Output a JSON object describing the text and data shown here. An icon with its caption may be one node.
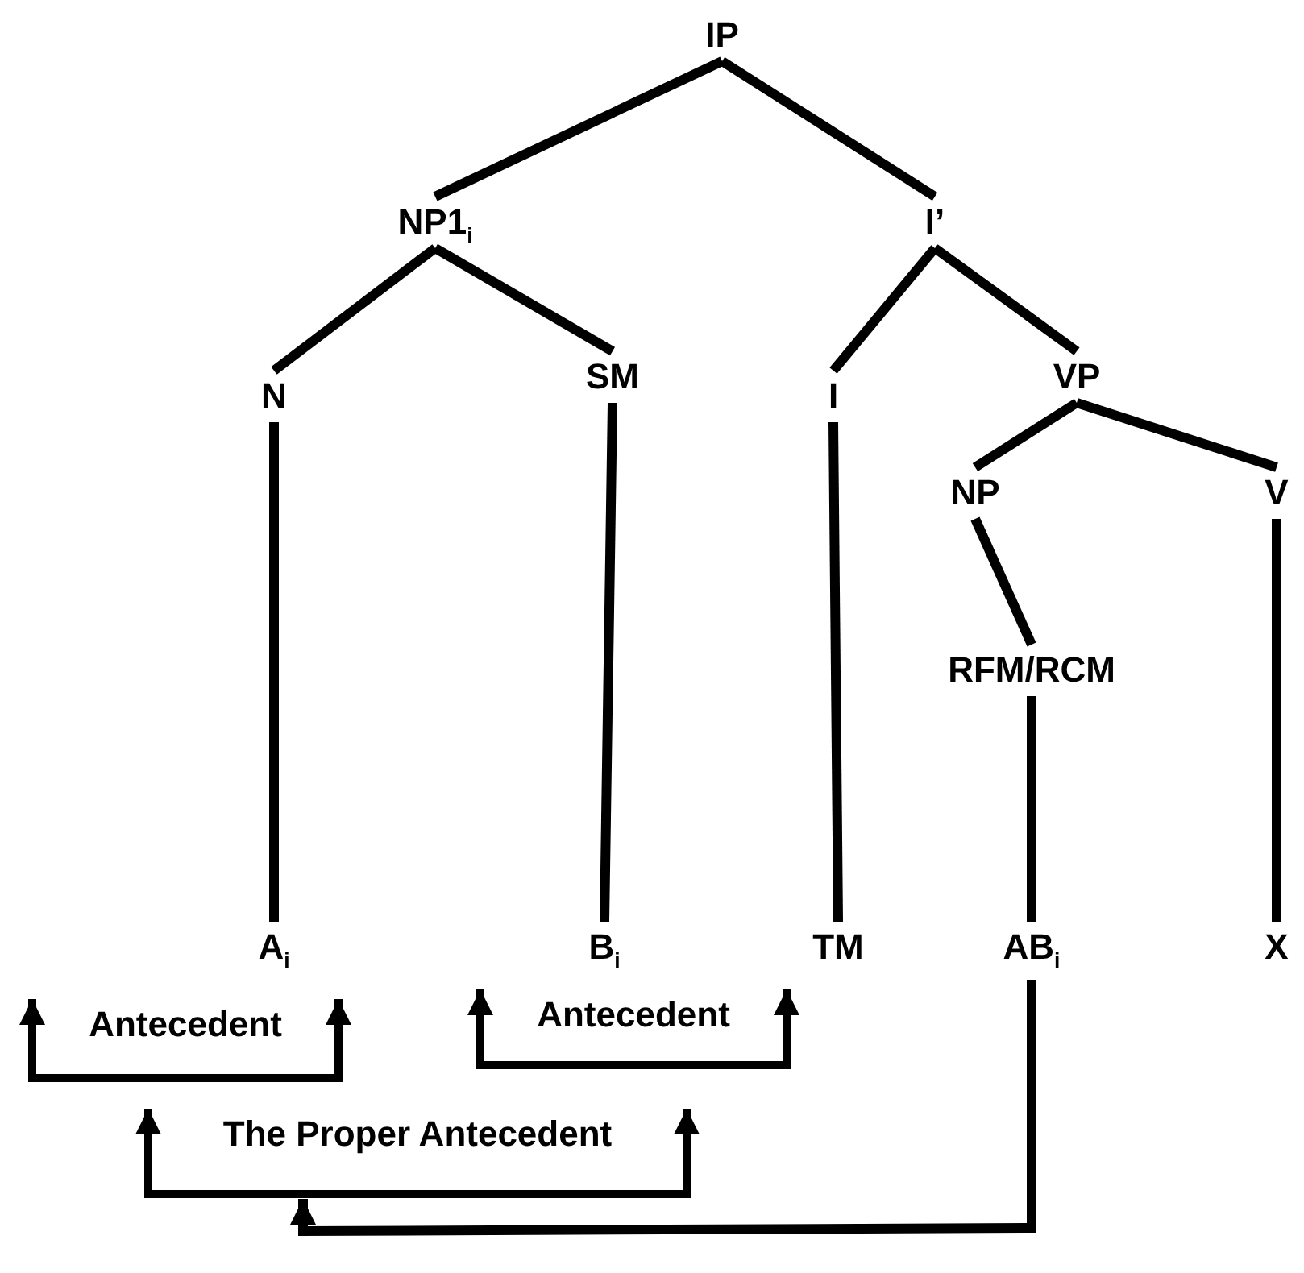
{
  "diagram": {
    "nodes": [
      {
        "text": [
          "IP"
        ]
      },
      {
        "text": [
          "NP1$_{i}$"
        ]
      },
      {
        "text": [
          "I’"
        ]
      },
      {
        "text": [
          "N"
        ]
      },
      {
        "text": [
          "SM"
        ]
      },
      {
        "text": [
          "I"
        ]
      },
      {
        "text": [
          "VP"
        ]
      },
      {
        "text": [
          "NP"
        ]
      },
      {
        "text": [
          "V"
        ]
      },
      {
        "text": [
          "RFM/RCM"
        ]
      },
      {
        "text": [
          "A$_{i}$"
        ]
      },
      {
        "text": [
          "B$_{i}$"
        ]
      },
      {
        "text": [
          "TM"
        ]
      },
      {
        "text": [
          "AB$_{i}$"
        ]
      },
      {
        "text": [
          "X"
        ]
      },
      {
        "text": [
          "Antecedent"
        ]
      },
      {
        "text": [
          "Antecedent"
        ]
      },
      {
        "text": [
          "The Proper Antecedent"
        ]
      }
    ],
    "edges": [
      {
        "from": 0,
        "to": 1,
        "arrow": "none"
      },
      {
        "from": 0,
        "to": 2,
        "arrow": "none"
      },
      {
        "from": 1,
        "to": 3,
        "arrow": "none"
      },
      {
        "from": 1,
        "to": 4,
        "arrow": "none"
      },
      {
        "from": 2,
        "to": 5,
        "arrow": "none"
      },
      {
        "from": 2,
        "to": 6,
        "arrow": "none"
      },
      {
        "from": 6,
        "to": 7,
        "arrow": "none"
      },
      {
        "from": 6,
        "to": 8,
        "arrow": "none"
      },
      {
        "from": 3,
        "to": 10,
        "arrow": "none"
      },
      {
        "from": 4,
        "to": 11,
        "arrow": "none"
      },
      {
        "from": 5,
        "to": 12,
        "arrow": "none"
      },
      {
        "from": 7,
        "to": 9,
        "arrow": "none"
      },
      {
        "from": 9,
        "to": 13,
        "arrow": "none"
      },
      {
        "from": 8,
        "to": 14,
        "arrow": "none"
      },
      {
        "from": 13,
        "to": 17,
        "arrow": "to"
      }
    ]
  }
}
